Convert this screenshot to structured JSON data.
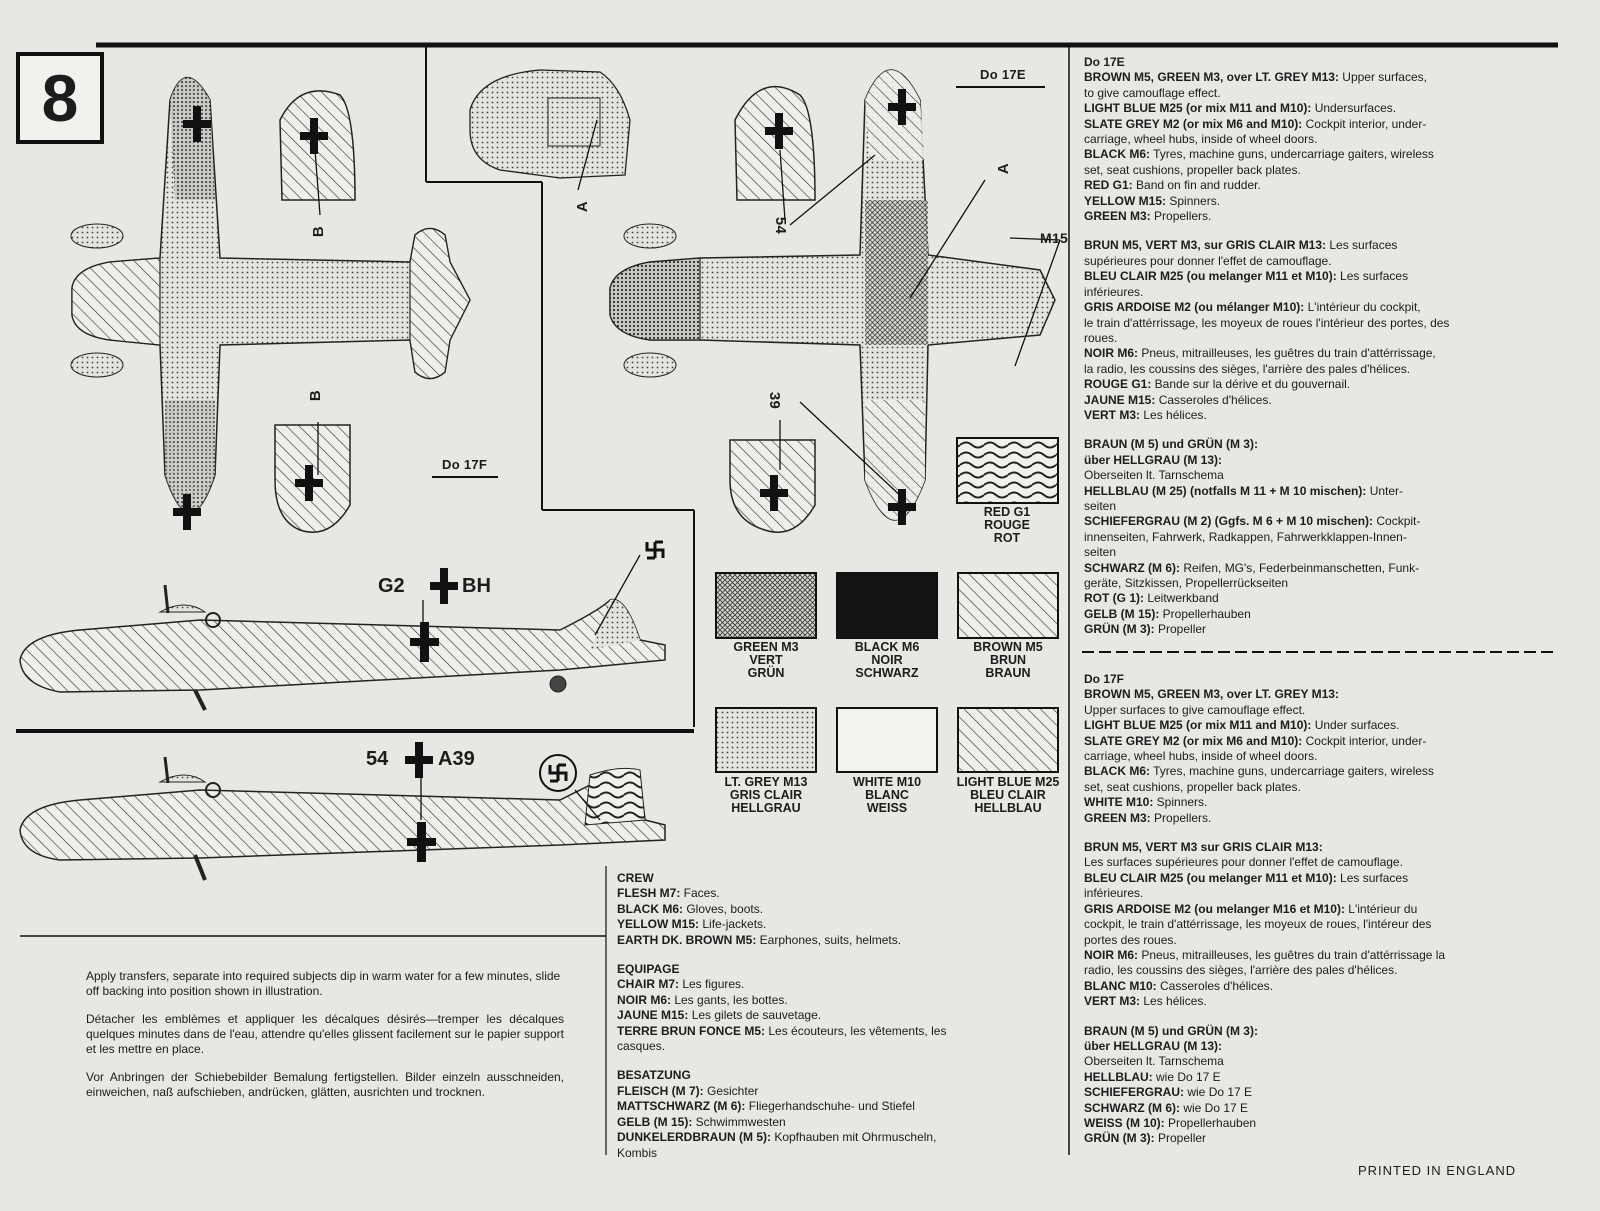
{
  "step_number": "8",
  "aircraft_labels": {
    "do17e": "Do 17E",
    "do17f": "Do 17F"
  },
  "callouts": {
    "a_top": "A",
    "a_right": "A",
    "b_top": "B",
    "b_bottom": "B",
    "m15": "M15",
    "n54": "54",
    "n39": "39"
  },
  "registrations": {
    "upper_left": "G2",
    "upper_right": "BH",
    "lower_left": "54",
    "lower_right": "A39"
  },
  "swatches": [
    {
      "lines": [
        "RED G1",
        "ROUGE",
        "ROT"
      ]
    },
    {
      "lines": [
        "GREEN M3",
        "VERT",
        "GRÜN"
      ]
    },
    {
      "lines": [
        "BLACK M6",
        "NOIR",
        "SCHWARZ"
      ]
    },
    {
      "lines": [
        "BROWN M5",
        "BRUN",
        "BRAUN"
      ]
    },
    {
      "lines": [
        "LT. GREY M13",
        "GRIS CLAIR",
        "HELLGRAU"
      ]
    },
    {
      "lines": [
        "WHITE M10",
        "BLANC",
        "WEISS"
      ]
    },
    {
      "lines": [
        "LIGHT BLUE M25",
        "BLEU CLAIR",
        "HELLBLAU"
      ]
    }
  ],
  "do17e_text": [
    {
      "h": "Do 17E",
      "t": ""
    },
    {
      "h": "BROWN M5, GREEN M3, over LT. GREY M13:",
      "t": " Upper surfaces,"
    },
    {
      "h": "",
      "t": "to give camouflage effect."
    },
    {
      "h": "LIGHT BLUE M25 (or mix M11 and M10):",
      "t": " Undersurfaces."
    },
    {
      "h": "SLATE GREY M2 (or mix M6 and M10):",
      "t": " Cockpit interior, under-"
    },
    {
      "h": "",
      "t": "carriage, wheel hubs, inside of wheel doors."
    },
    {
      "h": "BLACK M6:",
      "t": " Tyres, machine guns, undercarriage gaiters, wireless"
    },
    {
      "h": "",
      "t": "set, seat cushions, propeller back plates."
    },
    {
      "h": "RED G1:",
      "t": " Band on fin and rudder."
    },
    {
      "h": "YELLOW M15:",
      "t": " Spinners."
    },
    {
      "h": "GREEN M3:",
      "t": " Propellers."
    },
    {
      "gap": true
    },
    {
      "h": "BRUN M5, VERT M3, sur GRIS CLAIR M13:",
      "t": " Les surfaces"
    },
    {
      "h": "",
      "t": "supérieures pour donner l'effet de camouflage."
    },
    {
      "h": "BLEU CLAIR M25 (ou melanger M11  et M10):",
      "t": " Les surfaces"
    },
    {
      "h": "",
      "t": "inférieures."
    },
    {
      "h": "GRIS ARDOISE M2 (ou mélanger M10):",
      "t": " L'intérieur du cockpit,"
    },
    {
      "h": "",
      "t": "le train d'attérrissage, les moyeux de roues  l'intérieur des portes, des"
    },
    {
      "h": "",
      "t": "roues."
    },
    {
      "h": "NOIR M6:",
      "t": " Pneus, mitrailleuses, les guêtres du train d'attérrissage,"
    },
    {
      "h": "",
      "t": "la radio, les coussins des sièges, l'arrière des pales d'hélices."
    },
    {
      "h": "ROUGE G1:",
      "t": " Bande sur la  dérive et du gouvernail."
    },
    {
      "h": "JAUNE M15:",
      "t": " Casseroles d'hélices."
    },
    {
      "h": "VERT M3:",
      "t": " Les hélices."
    },
    {
      "gap": true
    },
    {
      "h": "BRAUN (M 5) und GRÜN (M 3):",
      "t": ""
    },
    {
      "h": "über HELLGRAU (M 13):",
      "t": ""
    },
    {
      "h": "",
      "t": "Oberseiten lt. Tarnschema"
    },
    {
      "h": "HELLBLAU (M 25) (notfalls M 11  +  M 10 mischen):",
      "t": " Unter-"
    },
    {
      "h": "",
      "t": "seiten"
    },
    {
      "h": "SCHIEFERGRAU (M 2) (Ggfs. M 6  +  M 10 mischen):",
      "t": " Cockpit-"
    },
    {
      "h": "",
      "t": "innenseiten, Fahrwerk, Radkappen, Fahrwerkklappen-Innen-"
    },
    {
      "h": "",
      "t": "seiten"
    },
    {
      "h": "SCHWARZ (M 6):",
      "t": " Reifen, MG's, Federbeinmanschetten, Funk-"
    },
    {
      "h": "",
      "t": "geräte, Sitzkissen, Propellerrückseiten"
    },
    {
      "h": "ROT (G 1):",
      "t": " Leitwerkband"
    },
    {
      "h": "GELB (M 15):",
      "t": " Propellerhauben"
    },
    {
      "h": "GRÜN (M 3):",
      "t": " Propeller"
    }
  ],
  "do17f_text": [
    {
      "h": "Do 17F",
      "t": ""
    },
    {
      "h": "BROWN M5, GREEN M3, over LT. GREY M13:",
      "t": ""
    },
    {
      "h": "",
      "t": "Upper surfaces to give camouflage effect."
    },
    {
      "h": "LIGHT BLUE M25 (or mix M11 and M10):",
      "t": " Under surfaces."
    },
    {
      "h": "SLATE GREY M2 (or mix M6 and M10):",
      "t": " Cockpit interior, under-"
    },
    {
      "h": "",
      "t": "carriage, wheel hubs, inside of wheel doors."
    },
    {
      "h": "BLACK M6:",
      "t": " Tyres, machine guns, undercarriage gaiters, wireless"
    },
    {
      "h": "",
      "t": "set, seat cushions, propeller back plates."
    },
    {
      "h": "WHITE M10:",
      "t": " Spinners."
    },
    {
      "h": "GREEN M3:",
      "t": " Propellers."
    },
    {
      "gap": true
    },
    {
      "h": "BRUN  M5, VERT M3 sur GRIS CLAIR M13:",
      "t": ""
    },
    {
      "h": "",
      "t": "Les surfaces supérieures pour donner l'effet de camouflage."
    },
    {
      "h": "BLEU CLAIR M25 (ou melanger M11 et M10):",
      "t": " Les surfaces"
    },
    {
      "h": "",
      "t": "inférieures."
    },
    {
      "h": "GRIS ARDOISE M2 (ou melanger M16 et M10):",
      "t": " L'intérieur du"
    },
    {
      "h": "",
      "t": "cockpit, le train d'attérrissage, les moyeux de roues, l'intéreur des"
    },
    {
      "h": "",
      "t": "portes des roues."
    },
    {
      "h": "NOIR M6:",
      "t": " Pneus, mitrailleuses, les guêtres du train d'attérrissage la"
    },
    {
      "h": "",
      "t": "radio, les coussins des sièges, l'arrière des pales d'hélices."
    },
    {
      "h": "BLANC M10:",
      "t": " Casseroles d'hélices."
    },
    {
      "h": "VERT M3:",
      "t": " Les hélices."
    },
    {
      "gap": true
    },
    {
      "h": "BRAUN (M 5) und GRÜN (M 3):",
      "t": ""
    },
    {
      "h": "über HELLGRAU (M 13):",
      "t": ""
    },
    {
      "h": "",
      "t": "Oberseiten lt. Tarnschema"
    },
    {
      "h": "HELLBLAU:",
      "t": " wie Do 17 E"
    },
    {
      "h": "SCHIEFERGRAU:",
      "t": "  wie  Do  17 E"
    },
    {
      "h": "SCHWARZ (M 6):",
      "t": " wie Do 17 E"
    },
    {
      "h": "WEISS (M 10):",
      "t": " Propellerhauben"
    },
    {
      "h": "GRÜN (M 3):",
      "t": " Propeller"
    }
  ],
  "crew_text": [
    {
      "h": "CREW",
      "t": ""
    },
    {
      "h": "FLESH M7:",
      "t": " Faces."
    },
    {
      "h": "BLACK M6:",
      "t": " Gloves, boots."
    },
    {
      "h": "YELLOW M15:",
      "t": " Life-jackets."
    },
    {
      "h": "EARTH DK. BROWN M5:",
      "t": " Earphones, suits, helmets."
    },
    {
      "gap": true
    },
    {
      "h": "EQUIPAGE",
      "t": ""
    },
    {
      "h": "CHAIR M7:",
      "t": " Les figures."
    },
    {
      "h": "NOIR M6:",
      "t": " Les gants, les bottes."
    },
    {
      "h": "JAUNE M15:",
      "t": " Les gilets de sauvetage."
    },
    {
      "h": "TERRE BRUN FONCE M5:",
      "t": " Les écouteurs, les vêtements, les"
    },
    {
      "h": "",
      "t": "casques."
    },
    {
      "gap": true
    },
    {
      "h": "BESATZUNG",
      "t": ""
    },
    {
      "h": "FLEISCH (M 7):",
      "t": " Gesichter"
    },
    {
      "h": "MATTSCHWARZ (M 6):",
      "t": " Fliegerhandschuhe- und Stiefel"
    },
    {
      "h": "GELB (M 15):",
      "t": " Schwimmwesten"
    },
    {
      "h": "DUNKELERDBRAUN (M 5):",
      "t": " Kopfhauben mit Ohrmuscheln,"
    },
    {
      "h": "",
      "t": "Kombis"
    }
  ],
  "instructions": [
    "Apply transfers, separate into required subjects dip in warm water for a few minutes, slide off backing into position shown in illustration.",
    "Détacher les emblèmes et appliquer les décalques désirés—tremper les décalques quelques minutes dans de l'eau, attendre qu'elles glissent facilement sur le papier support et les mettre en place.",
    "Vor Anbringen der Schiebebilder Bemalung fertigstellen. Bilder einzeln ausschneiden, einweichen, naß aufschieben, andrücken, glätten, ausrichten und trocknen."
  ],
  "printed": "PRINTED  IN  ENGLAND"
}
